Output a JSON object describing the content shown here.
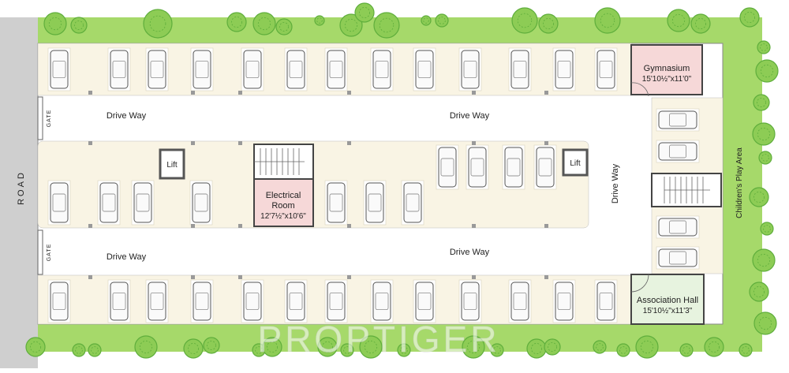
{
  "road": {
    "label": "ROAD"
  },
  "gates": [
    {
      "label": "GATE"
    },
    {
      "label": "GATE"
    }
  ],
  "driveways": {
    "top_left": "Drive Way",
    "top_center": "Drive Way",
    "bottom_left": "Drive Way",
    "bottom_center": "Drive Way",
    "right_vertical": "Drive Way"
  },
  "lifts": [
    {
      "label": "Lift"
    },
    {
      "label": "Lift"
    }
  ],
  "rooms": {
    "gymnasium": {
      "name": "Gymnasium",
      "size": "15'10½\"x11'0\""
    },
    "electrical": {
      "name_line1": "Electrical",
      "name_line2": "Room",
      "size": "12'7½\"x10'6\""
    },
    "association": {
      "name": "Association Hall",
      "size": "15'10½\"x11'3\""
    }
  },
  "play_area": {
    "label": "Children's Play Area"
  },
  "watermark": "PROPTIGER",
  "colors": {
    "lawn": "#a6d96a",
    "parking": "#f9f4e4",
    "gym": "#f6d8d8",
    "association": "#e7f3df",
    "electrical": "#f6d8d8",
    "road": "#cfcfcf",
    "tree": "#5fae3c"
  }
}
